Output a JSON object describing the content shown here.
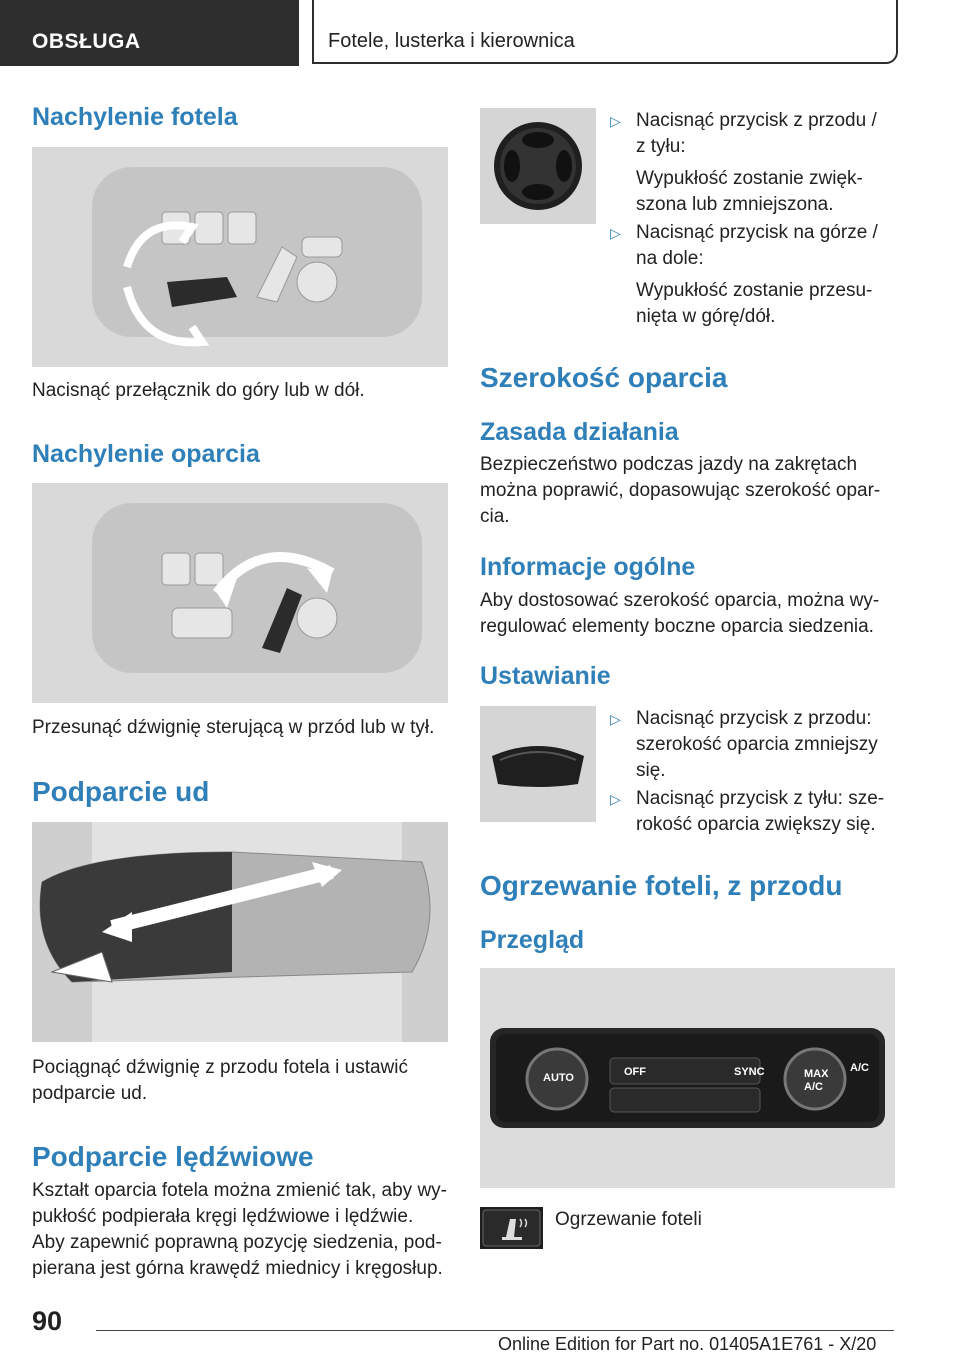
{
  "header": {
    "section": "OBSŁUGA",
    "chapter": "Fotele, lusterka i kierownica"
  },
  "left": {
    "h_seat_tilt": "Nachylenie fotela",
    "cap_seat_tilt": "Nacisnąć przełącznik do góry lub w dół.",
    "h_backrest_tilt": "Nachylenie oparcia",
    "cap_backrest_tilt": "Przesunąć dźwignię sterującą w przód lub w tył.",
    "h_thigh": "Podparcie ud",
    "cap_thigh_1": "Pociągnąć dźwignię z przodu fotela i ustawić",
    "cap_thigh_2": "podparcie ud.",
    "h_lumbar": "Podparcie lędźwiowe",
    "lumbar_1": "Kształt oparcia fotela można zmienić tak, aby wy-",
    "lumbar_2": "pukłość podpierała kręgi lędźwiowe i lędźwie.",
    "lumbar_3": "Aby zapewnić poprawną pozycję siedzenia, pod-",
    "lumbar_4": "pierana jest górna krawędź miednicy i kręgosłup."
  },
  "right": {
    "lumbar_b1_l1": "Nacisnąć przycisk z przodu /",
    "lumbar_b1_l2": "z tyłu:",
    "lumbar_b1_r1": "Wypukłość zostanie zwięk-",
    "lumbar_b1_r2": "szona lub zmniejszona.",
    "lumbar_b2_l1": "Nacisnąć przycisk na górze /",
    "lumbar_b2_l2": "na dole:",
    "lumbar_b2_r1": "Wypukłość zostanie przesu-",
    "lumbar_b2_r2": "nięta w górę/dół.",
    "h_width": "Szerokość oparcia",
    "h_principle": "Zasada działania",
    "principle_1": "Bezpieczeństwo podczas jazdy na zakrętach",
    "principle_2": "można poprawić, dopasowując szerokość opar-",
    "principle_3": "cia.",
    "h_general": "Informacje ogólne",
    "general_1": "Aby dostosować szerokość oparcia, można wy-",
    "general_2": "regulować elementy boczne oparcia siedzenia.",
    "h_adjust": "Ustawianie",
    "adj_b1_l1": "Nacisnąć przycisk z przodu:",
    "adj_b1_l2": "szerokość oparcia zmniejszy",
    "adj_b1_l3": "się.",
    "adj_b2_l1": "Nacisnąć przycisk z tyłu: sze-",
    "adj_b2_l2": "rokość oparcia zwiększy się.",
    "h_heating": "Ogrzewanie foteli, z przodu",
    "h_overview": "Przegląd",
    "heat_caption": "Ogrzewanie foteli",
    "panel": {
      "auto": "AUTO",
      "off": "OFF",
      "sync": "SYNC",
      "max": "MAX",
      "ac": "A/C",
      "ac_right": "A/C"
    }
  },
  "footer": {
    "page": "90",
    "edition": "Online Edition for Part no. 01405A1E761 - X/20"
  }
}
